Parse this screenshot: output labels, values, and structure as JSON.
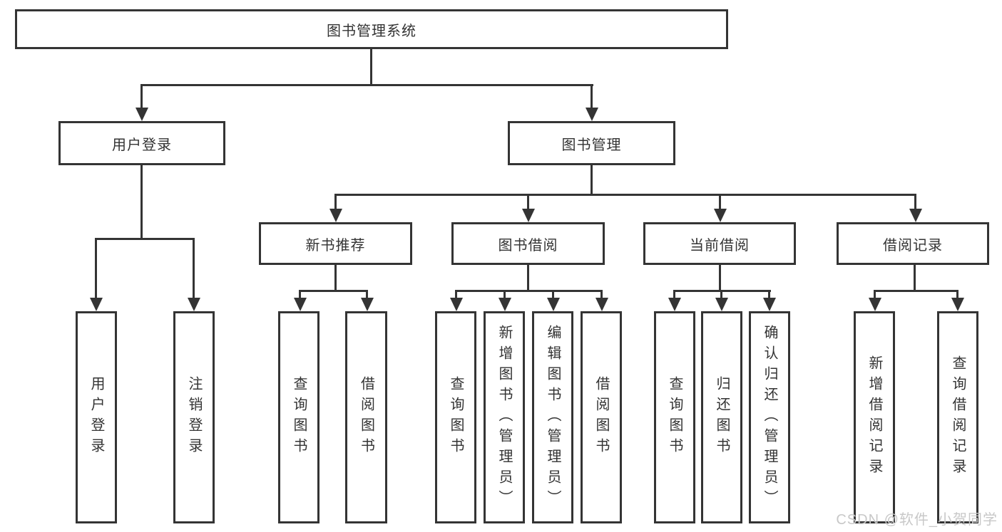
{
  "colors": {
    "line": "#343434",
    "text": "#333333",
    "box_bg": "#ffffff",
    "watermark": "#c8c8c8",
    "page_bg": "#ffffff"
  },
  "tree": {
    "root": {
      "label": "图书管理系统",
      "children": [
        {
          "label": "用户登录",
          "children": [
            {
              "label": "用户登录"
            },
            {
              "label": "注销登录"
            }
          ]
        },
        {
          "label": "图书管理",
          "children": [
            {
              "label": "新书推荐",
              "children": [
                {
                  "label": "查询图书"
                },
                {
                  "label": "借阅图书"
                }
              ]
            },
            {
              "label": "图书借阅",
              "children": [
                {
                  "label": "查询图书"
                },
                {
                  "label": "新增图书（管理员）"
                },
                {
                  "label": "编辑图书（管理员）"
                },
                {
                  "label": "借阅图书"
                }
              ]
            },
            {
              "label": "当前借阅",
              "children": [
                {
                  "label": "查询图书"
                },
                {
                  "label": "归还图书"
                },
                {
                  "label": "确认归还（管理员）"
                }
              ]
            },
            {
              "label": "借阅记录",
              "children": [
                {
                  "label": "新增借阅记录"
                },
                {
                  "label": "查询借阅记录"
                }
              ]
            }
          ]
        }
      ]
    }
  },
  "watermark": {
    "text": "CSDN @软件_小贺同学"
  }
}
